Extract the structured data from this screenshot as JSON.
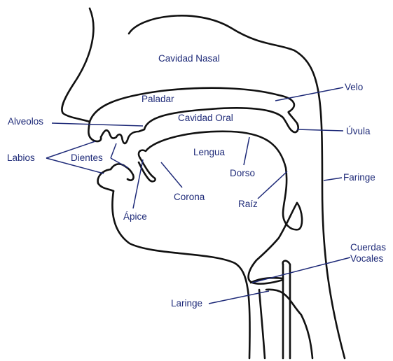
{
  "colors": {
    "outline": "#111111",
    "label": "#1e2a78",
    "background": "#ffffff"
  },
  "labels": {
    "cavidad_nasal": "Cavidad Nasal",
    "paladar": "Paladar",
    "velo": "Velo",
    "alveolos": "Alveolos",
    "cavidad_oral": "Cavidad Oral",
    "uvula": "Úvula",
    "labios": "Labios",
    "dientes": "Dientes",
    "lengua": "Lengua",
    "dorso": "Dorso",
    "faringe": "Faringe",
    "corona": "Corona",
    "raiz": "Raíz",
    "apice": "Ápice",
    "cuerdas_line1": "Cuerdas",
    "cuerdas_line2": "Vocales",
    "laringe": "Laringe"
  }
}
